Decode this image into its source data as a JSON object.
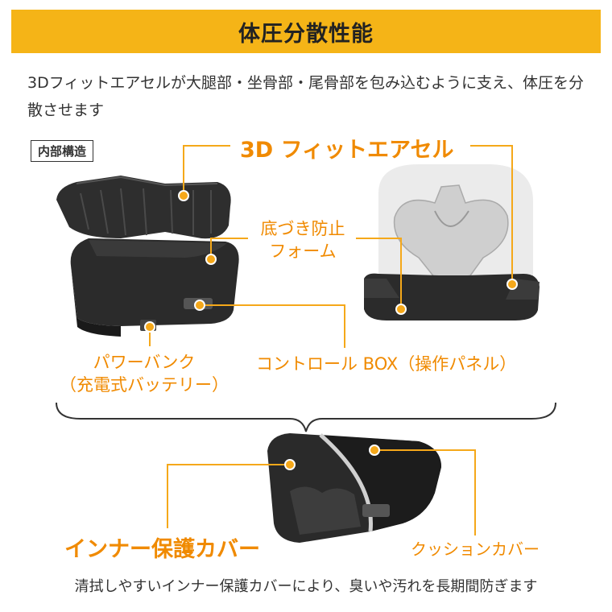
{
  "title": "体圧分散性能",
  "description": "3Dフィットエアセルが大腿部・坐骨部・尾骨部を包み込むように支え、体圧を分散させます",
  "internal_tag": "内部構造",
  "labels": {
    "air_cell": "3D フィットエアセル",
    "foam_line1": "底づき防止",
    "foam_line2": "フォーム",
    "power_bank_line1": "パワーバンク",
    "power_bank_line2": "（充電式バッテリー）",
    "control_box": "コントロール BOX（操作パネル）",
    "inner_cover": "インナー保護カバー",
    "cushion_cover": "クッションカバー"
  },
  "footer": "清拭しやすいインナー保護カバーにより、臭いや汚れを長期間防ぎます",
  "colors": {
    "accent": "#f5b417",
    "label": "#f08a00"
  }
}
